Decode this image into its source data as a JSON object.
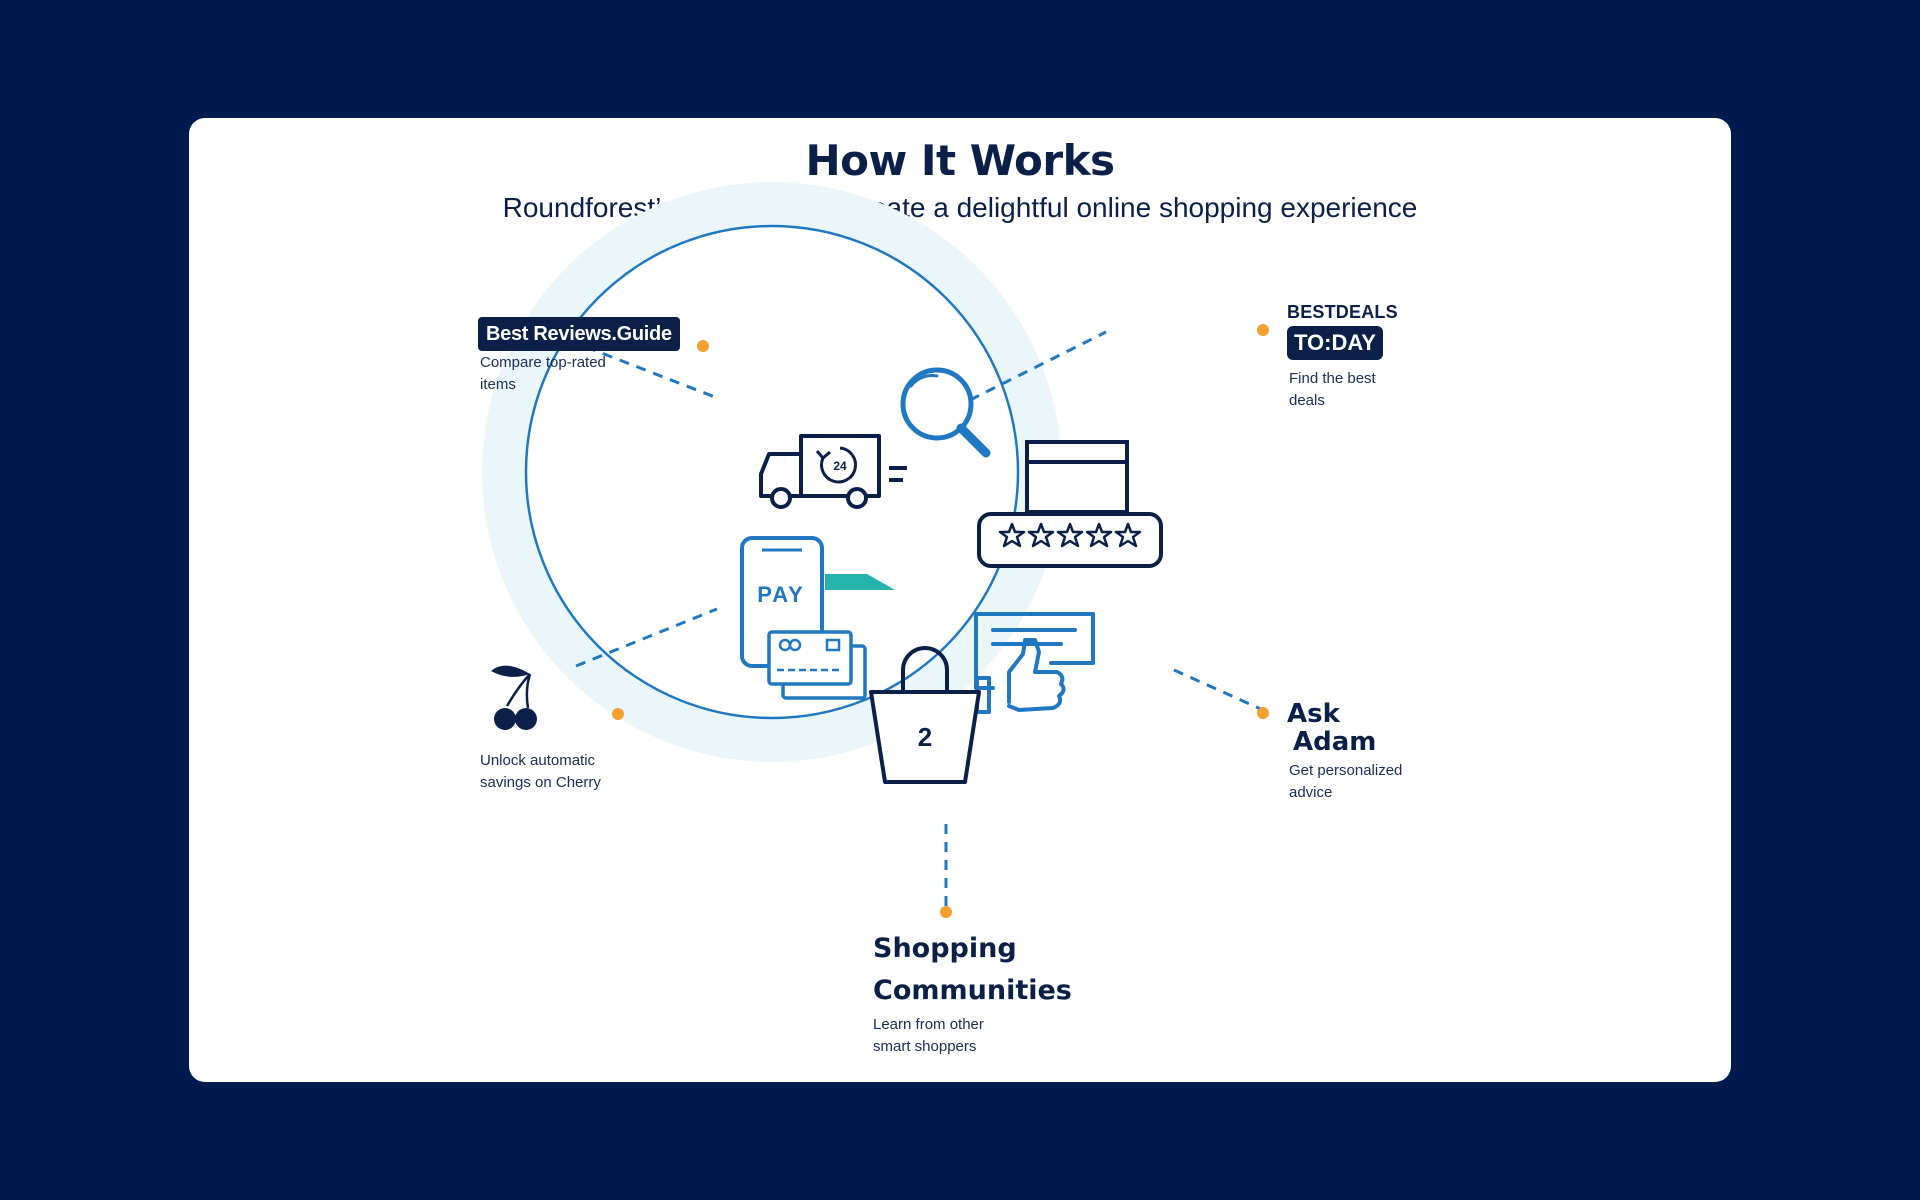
{
  "title": "How It Works",
  "subtitle": "Roundforest’s suite of tools create a delightful online shopping experience",
  "nodes": {
    "best_reviews": {
      "brand": "Best Reviews.Guide",
      "line1": "Compare top-rated",
      "line2": "items"
    },
    "best_deals": {
      "brand_top": "BESTDEALS",
      "brand_bottom": "TO:DAY",
      "line1": "Find the best",
      "line2": "deals"
    },
    "cherry": {
      "line1": "Unlock automatic",
      "line2": "savings on Cherry"
    },
    "ask_adam": {
      "brand_line1": "Ask",
      "brand_line2": "Adam",
      "line1": "Get personalized",
      "line2": "advice"
    },
    "shopping_communities": {
      "title_line1": "Shopping",
      "title_line2": "Communities",
      "line1": "Learn from other",
      "line2": "smart shoppers"
    }
  },
  "icons": {
    "pay_label": "PAY",
    "truck_label": "24",
    "bag_label": "2"
  },
  "colors": {
    "background": "#001a4d",
    "card": "#ffffff",
    "navy": "#0b1f48",
    "blue": "#1f78c1",
    "light_circle": "#eaf6fa",
    "orange": "#f5a030",
    "teal": "#25b3ad"
  }
}
